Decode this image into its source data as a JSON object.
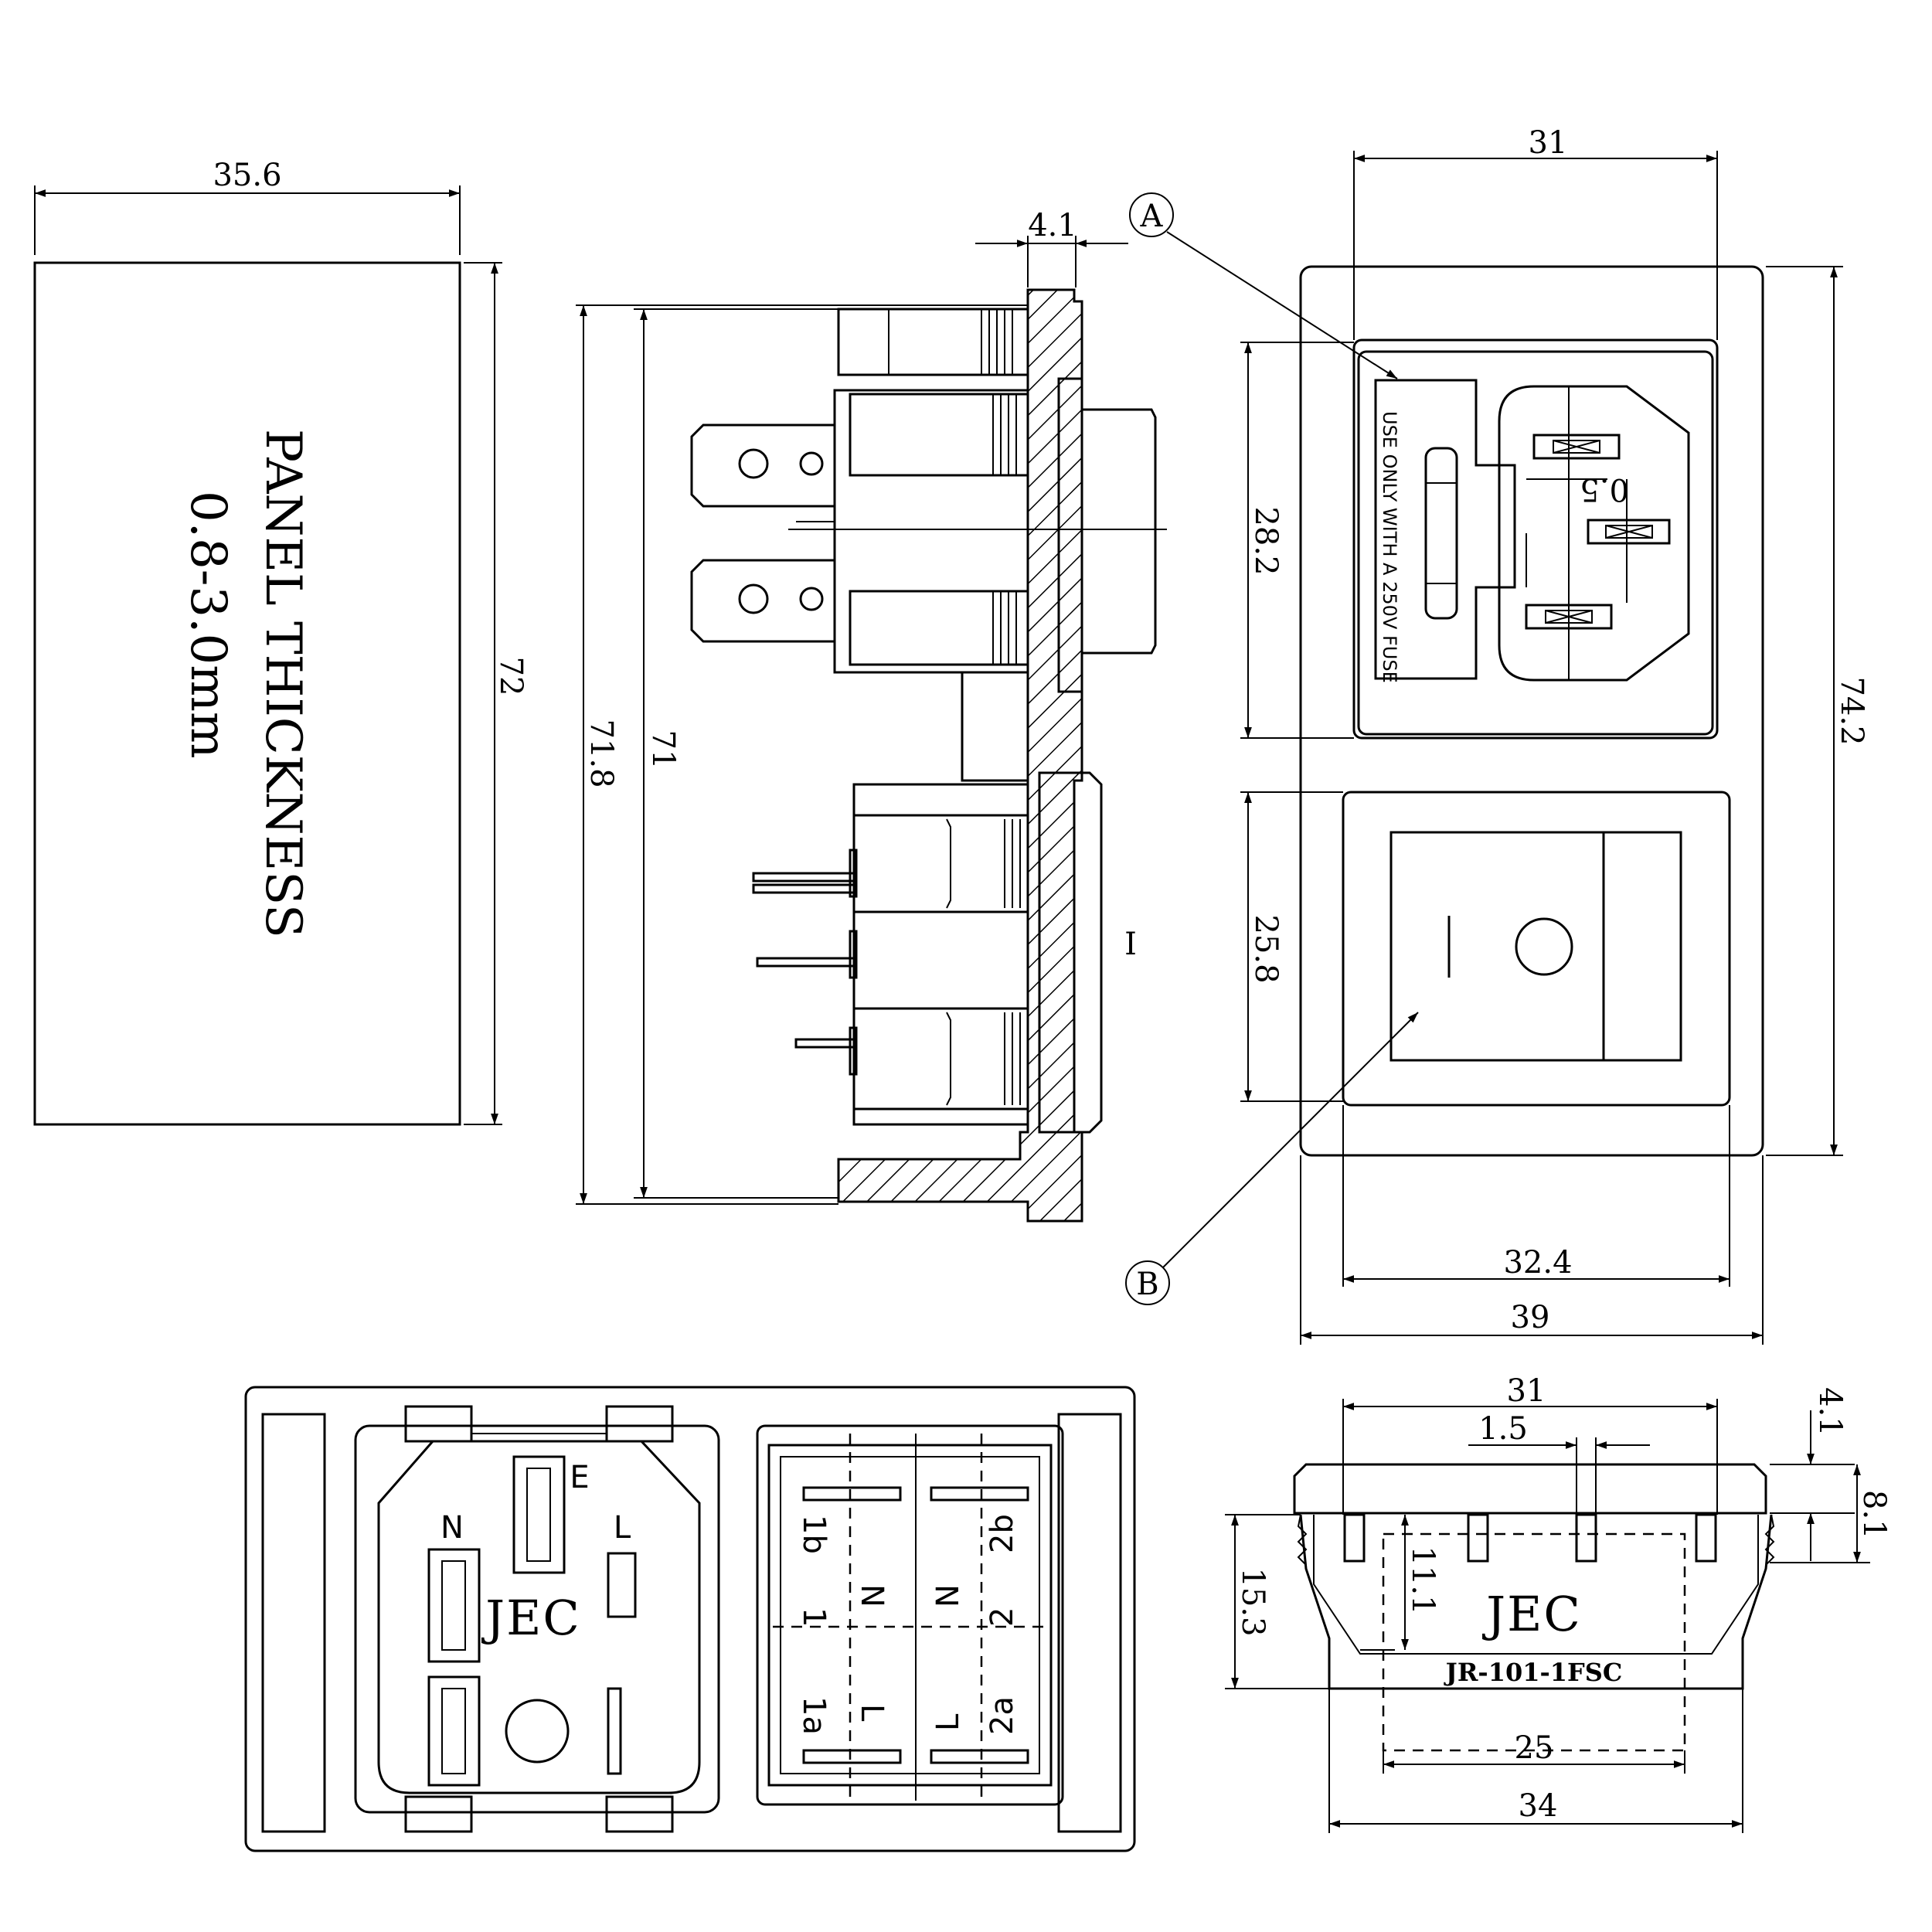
{
  "panel_note": {
    "line1": "PANEL THICKNESS",
    "line2": "0.8-3.0mm"
  },
  "dimensions": {
    "panel_width": "35.6",
    "panel_height": "72",
    "flange": "4.1",
    "side_total": "71.8",
    "side_inner": "71",
    "front_inlet_w": "31",
    "front_inlet_h": "28.2",
    "front_switch_h": "25.8",
    "front_total_h": "74.2",
    "front_switch_w": "32.4",
    "front_total_w": "39",
    "bottom_top_w": "31",
    "bottom_tab": "1.5",
    "bottom_flange": "4.1",
    "bottom_depth": "8.1",
    "bottom_left_h": "15.3",
    "bottom_inner_h": "11.1",
    "bottom_inner_w": "25",
    "bottom_total_w": "34"
  },
  "callouts": {
    "a": "A",
    "b": "B"
  },
  "fuse_label": "USE ONLY WITH A 250V FUSE",
  "fuse_rating": "0.5",
  "switch_mark": "I",
  "pin_labels": {
    "n": "N",
    "e": "E",
    "l": "L",
    "t1b": "1b",
    "t1": "1",
    "t1a": "1a",
    "t2b": "2b",
    "t2": "2",
    "t2a": "2a",
    "mid_n1": "N",
    "mid_n2": "N",
    "mid_l1": "L",
    "mid_l2": "L"
  },
  "brand": "JEC",
  "model": "JR-101-1FSC"
}
